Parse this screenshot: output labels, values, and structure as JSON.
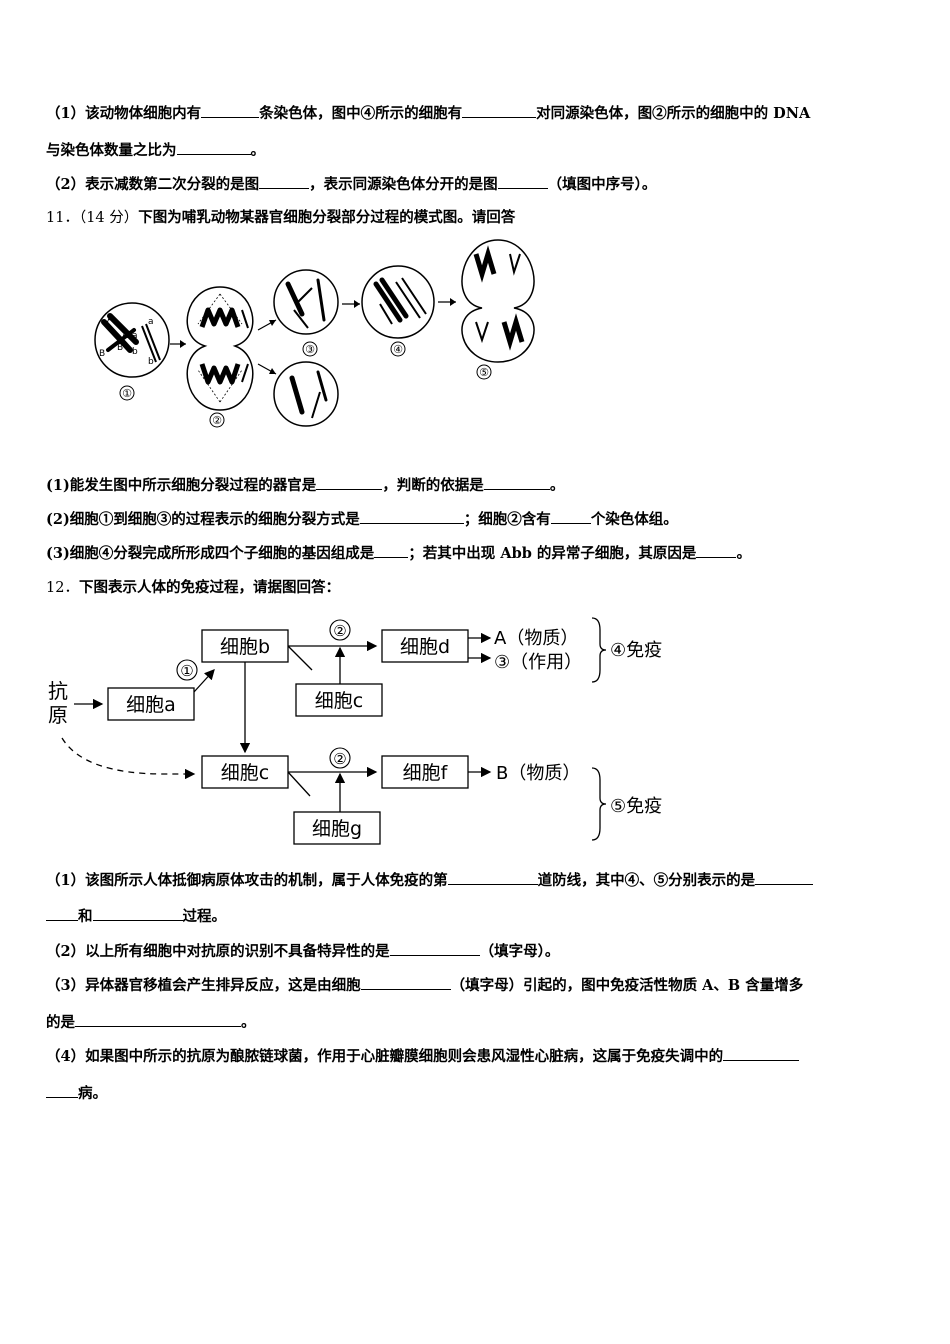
{
  "q10": {
    "p1_a": "（1）该动物体细胞内有",
    "p1_b": "条染色体，图中④所示的细胞有",
    "p1_c": "对同源染色体，图②所示的细胞中的 DNA",
    "p1_d": "与染色体数量之比为",
    "p1_e": "。",
    "p2_a": "（2）表示减数第二次分裂的是图",
    "p2_b": "，表示同源染色体分开的是图",
    "p2_c": "（填图中序号）。"
  },
  "q11": {
    "num": "11．（14 分）",
    "stem": "下图为哺乳动物某器官细胞分裂部分过程的模式图。请回答",
    "figure_labels": [
      "①",
      "②",
      "③",
      "④",
      "⑤"
    ],
    "gene_labels": [
      "A",
      "A",
      "a",
      "a",
      "B",
      "B",
      "b",
      "b"
    ],
    "s1_a": "(1)能发生图中所示细胞分裂过程的器官是",
    "s1_b": "，判断的依据是",
    "s1_c": "。",
    "s2_a": "(2)细胞①到细胞③的过程表示的细胞分裂方式是",
    "s2_b": "；细胞②含有",
    "s2_c": "个染色体组。",
    "s3_a": "(3)细胞④分裂完成所形成四个子细胞的基因组成是",
    "s3_b": "；若其中出现 Abb 的异常子细胞，其原因是",
    "s3_c": "。"
  },
  "q12": {
    "num": "12．",
    "stem": "下图表示人体的免疫过程，请据图回答：",
    "diagram": {
      "antigen": "抗原",
      "cell_a": "细胞a",
      "cell_b": "细胞b",
      "cell_c_top": "细胞c",
      "cell_d": "细胞d",
      "cell_c_bottom": "细胞c",
      "cell_f": "细胞f",
      "cell_g": "细胞g",
      "step1": "①",
      "step2_top": "②",
      "step2_bottom": "②",
      "out_A": "A（物质）",
      "out_3": "③（作用）",
      "out_B": "B（物质）",
      "immune4": "④免疫",
      "immune5": "⑤免疫"
    },
    "s1_a": "（1）该图所示人体抵御病原体攻击的机制，属于人体免疫的第",
    "s1_b": "道防线，其中④、⑤分别表示的是",
    "s1_c": "和",
    "s1_d": "过程。",
    "s2_a": "（2）以上所有细胞中对抗原的识别不具备特异性的是",
    "s2_b": "（填字母）。",
    "s3_a": "（3）异体器官移植会产生排异反应，这是由细胞",
    "s3_b": "（填字母）引起的，图中免疫活性物质 A、B 含量增多",
    "s3_c": "的是",
    "s3_d": "。",
    "s4_a": "（4）如果图中所示的抗原为酿脓链球菌，作用于心脏瓣膜细胞则会患风湿性心脏病，这属于免疫失调中的",
    "s4_b": "病。"
  }
}
